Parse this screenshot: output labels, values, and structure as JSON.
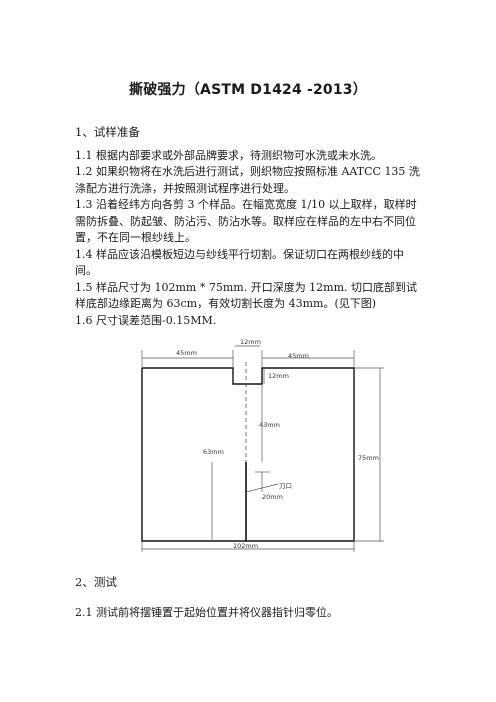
{
  "title": "撕破强力（ASTM D1424 -2013）",
  "section1": {
    "heading": "1、试样准备",
    "items": [
      "1.1 根据内部要求或外部品牌要求，待测织物可水洗或未水洗。",
      "1.2 如果织物将在水洗后进行测试，则织物应按照标准 AATCC 135 洗涤配方进行洗涤，并按照测试程序进行处理。",
      "1.3 沿着经纬方向各剪 3 个样品。在幅宽宽度 1/10 以上取样，取样时需防拆叠、防起皱、防沾污、防沾水等。取样应在样品的左中右不同位置，不在同一根纱线上。",
      "1.4 样品应该沿模板短边与纱线平行切割。保证切口在两根纱线的中间。",
      "1.5 样品尺寸为 102mm * 75mm. 开口深度为 12mm. 切口底部到试样底部边缘距离为 63cm，有效切割长度为 43mm。(见下图)",
      "1.6 尺寸误差范围-0.15MM."
    ]
  },
  "diagram": {
    "labels": {
      "top_left": "45mm",
      "top_center": "12mm",
      "top_right": "45mm",
      "notch_depth": "12mm",
      "effective": "43mm",
      "bottom_dist": "63mm",
      "height": "75mm",
      "blade": "刀口",
      "blade_len": "20mm",
      "width": "102mm"
    }
  },
  "section2": {
    "heading": "2、测试",
    "items": [
      "2.1 测试前将摆锤置于起始位置并将仪器指针归零位。"
    ]
  }
}
